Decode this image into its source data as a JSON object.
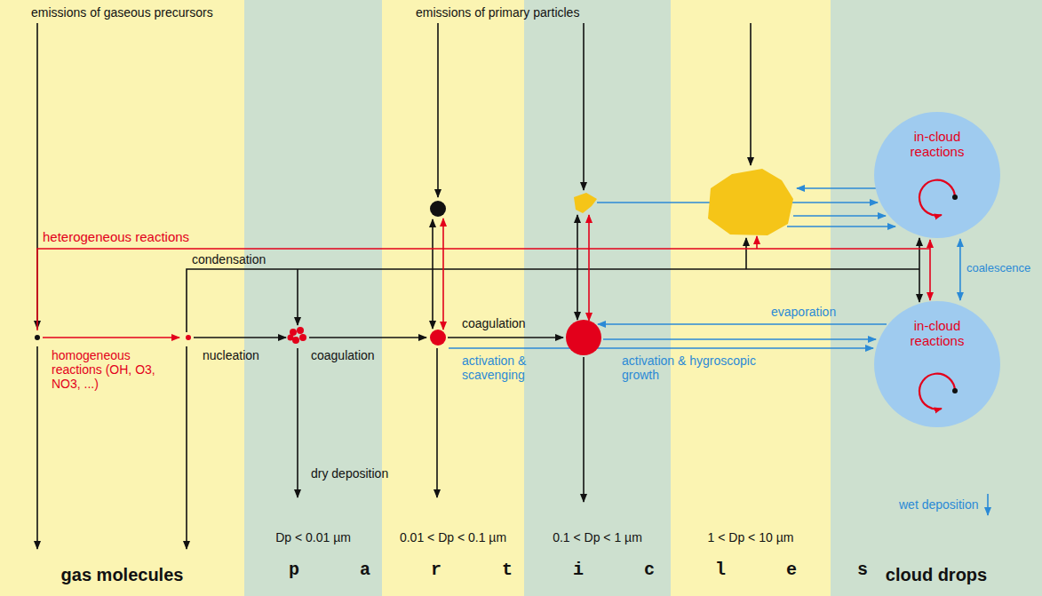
{
  "diagram": {
    "nodes": [
      {
        "text": [
          "gas molecules"
        ]
      },
      {
        "text": [
          "Dp < 0.01 µm"
        ]
      },
      {
        "text": [
          "0.01 < Dp < 0.1 µm"
        ]
      },
      {
        "text": [
          "0.1 < Dp < 1 µm"
        ]
      },
      {
        "text": [
          "1 < Dp < 10 µm"
        ]
      },
      {
        "text": [
          "cloud drops"
        ]
      },
      {
        "text": [
          "in-cloud reactions"
        ],
        "in": 5
      },
      {
        "text": [
          "in-cloud reactions"
        ],
        "in": 5
      }
    ],
    "edges": [
      {
        "from": 6,
        "to": 7,
        "arrow": "both",
        "label": "coalescence"
      }
    ],
    "labels": [
      "emissions of gaseous precursors",
      "emissions of primary particles",
      "heterogeneous reactions",
      "condensation",
      "homogeneous reactions (OH, O3, NO3, ...)",
      "nucleation",
      "coagulation",
      "coagulation",
      "activation & scavenging",
      "evaporation",
      "activation & hygroscopic growth",
      "dry deposition",
      "wet deposition",
      "p a r t i c l e s"
    ]
  }
}
